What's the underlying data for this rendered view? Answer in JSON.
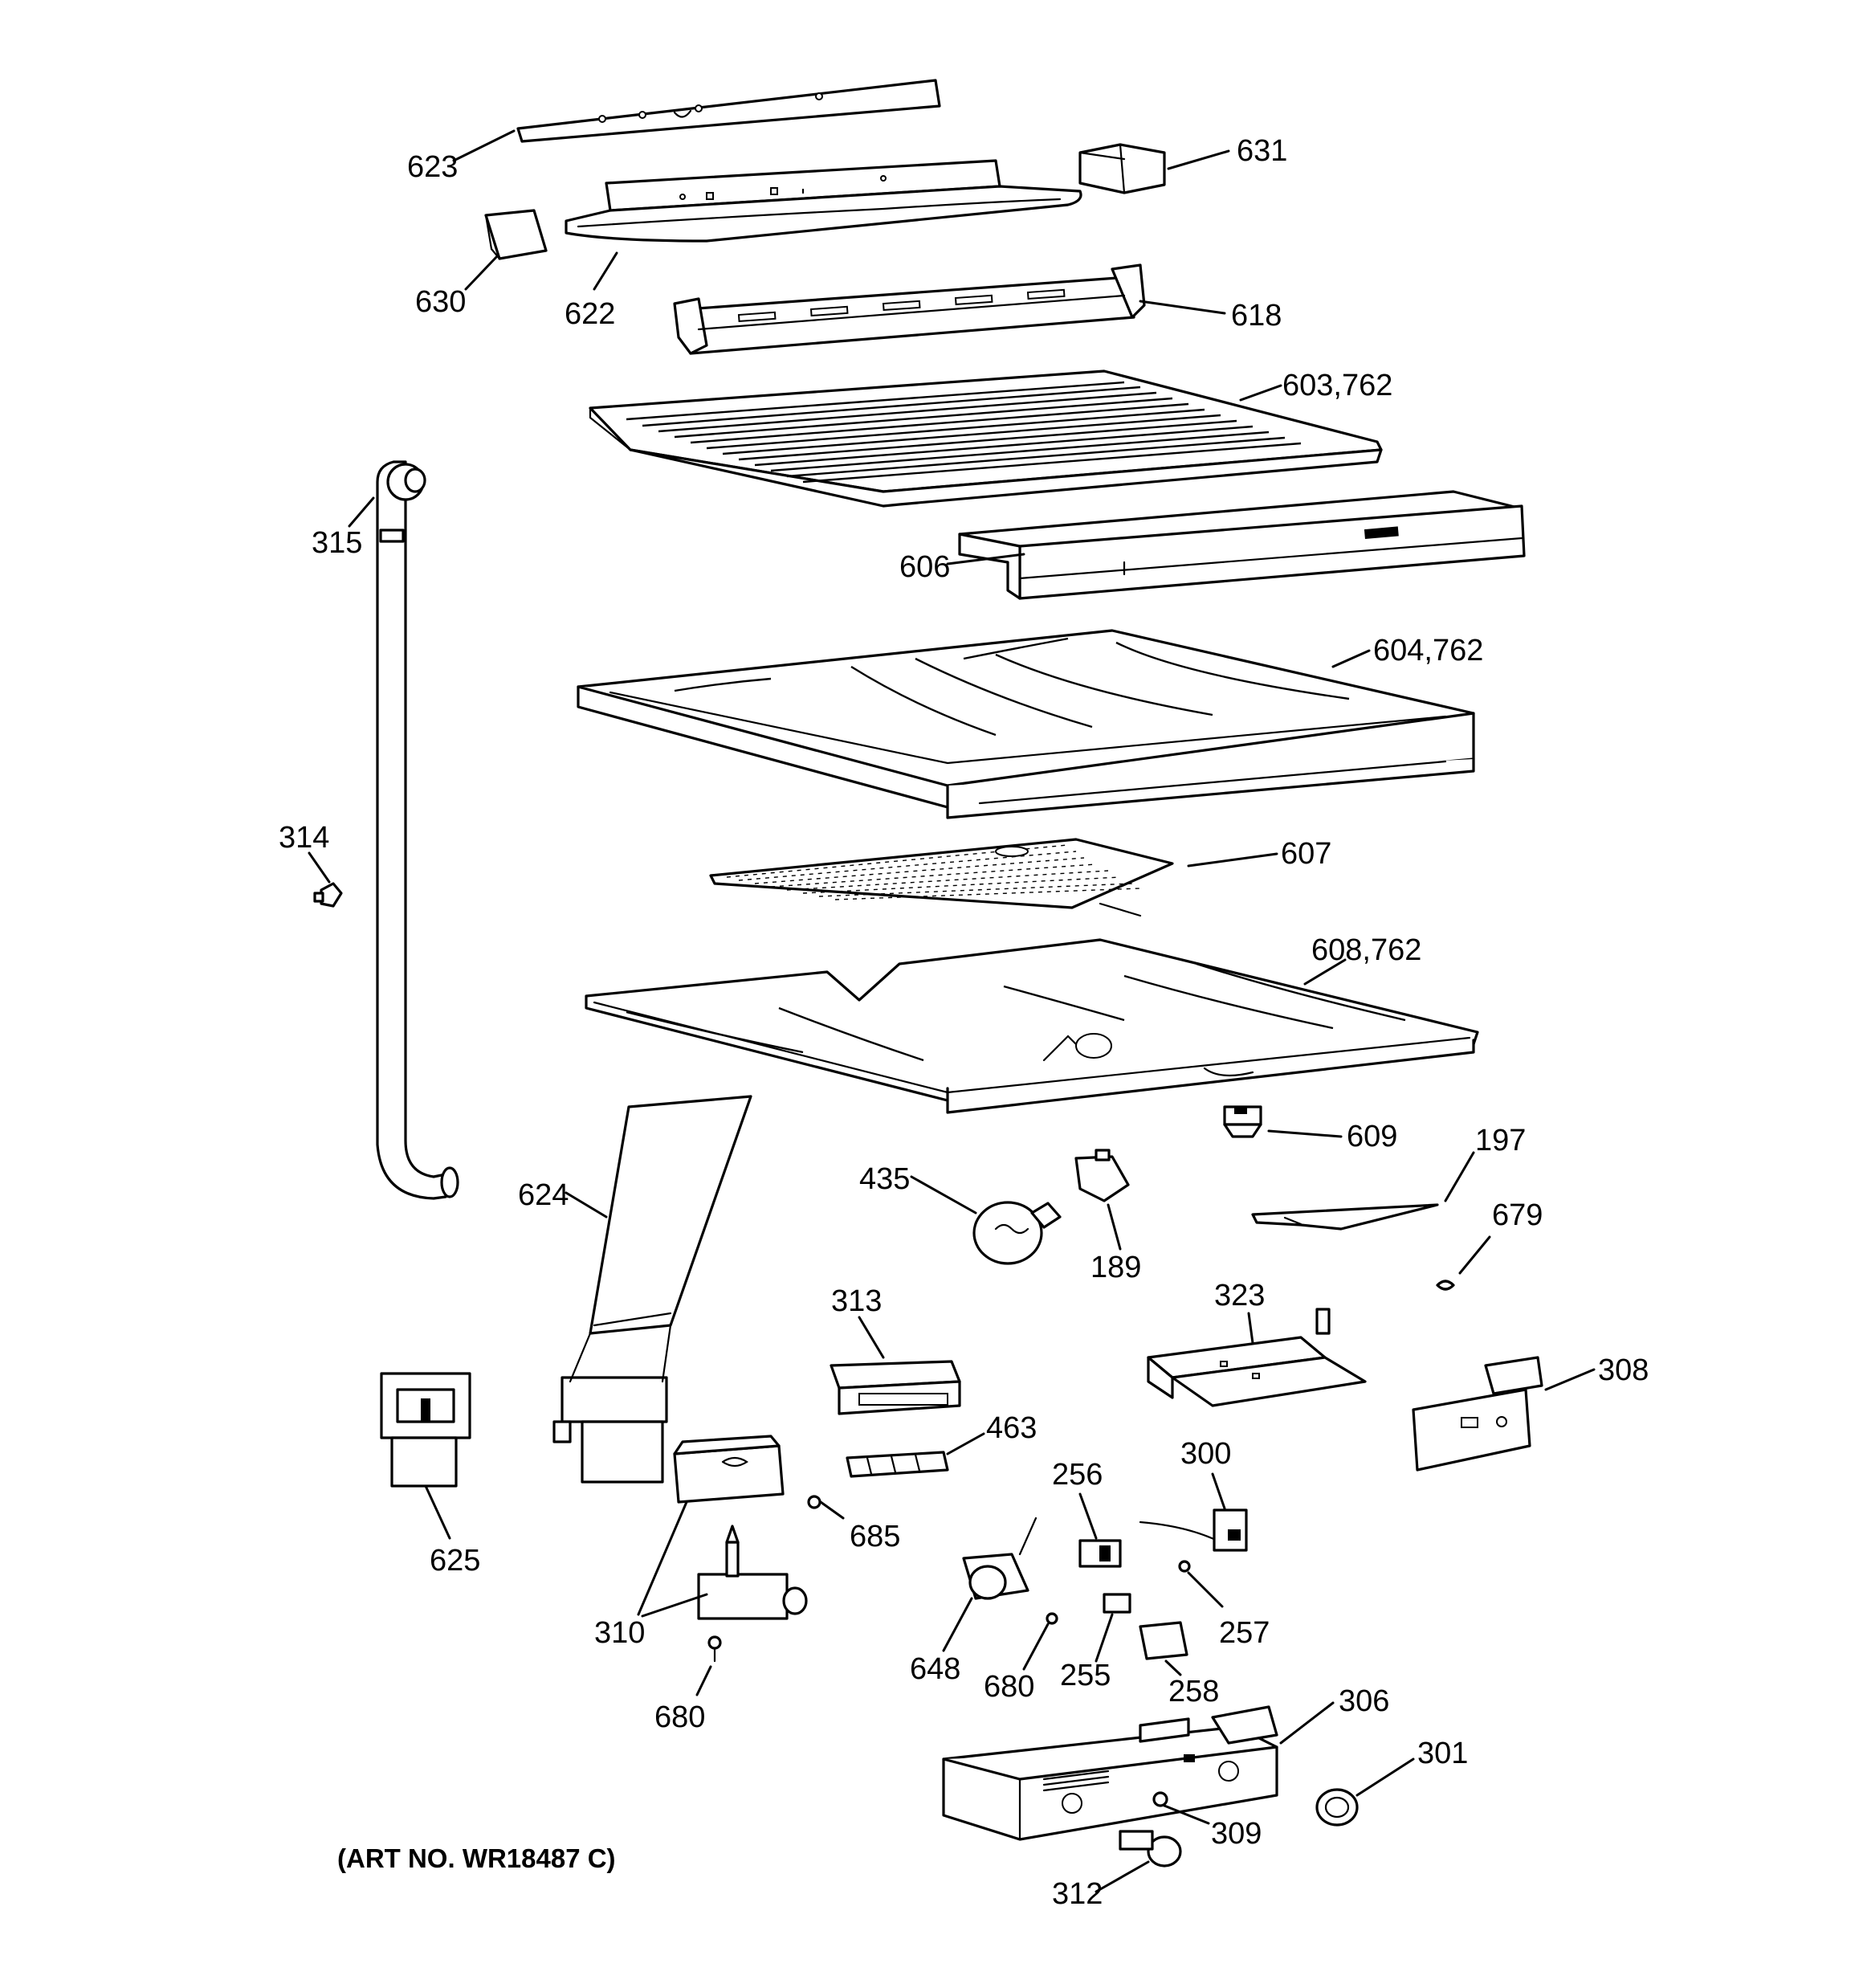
{
  "art_number": "(ART NO. WR18487 C)",
  "parts": [
    {
      "id": "p623",
      "label": "623"
    },
    {
      "id": "p631",
      "label": "631"
    },
    {
      "id": "p630",
      "label": "630"
    },
    {
      "id": "p622",
      "label": "622"
    },
    {
      "id": "p618",
      "label": "618"
    },
    {
      "id": "p603",
      "label": "603,762"
    },
    {
      "id": "p315",
      "label": "315"
    },
    {
      "id": "p606",
      "label": "606"
    },
    {
      "id": "p604",
      "label": "604,762"
    },
    {
      "id": "p314",
      "label": "314"
    },
    {
      "id": "p607",
      "label": "607"
    },
    {
      "id": "p608",
      "label": "608,762"
    },
    {
      "id": "p609",
      "label": "609"
    },
    {
      "id": "p197",
      "label": "197"
    },
    {
      "id": "p435",
      "label": "435"
    },
    {
      "id": "p624",
      "label": "624"
    },
    {
      "id": "p189",
      "label": "189"
    },
    {
      "id": "p679",
      "label": "679"
    },
    {
      "id": "p323",
      "label": "323"
    },
    {
      "id": "p313",
      "label": "313"
    },
    {
      "id": "p308",
      "label": "308"
    },
    {
      "id": "p463",
      "label": "463"
    },
    {
      "id": "p300",
      "label": "300"
    },
    {
      "id": "p256",
      "label": "256"
    },
    {
      "id": "p625",
      "label": "625"
    },
    {
      "id": "p685",
      "label": "685"
    },
    {
      "id": "p310",
      "label": "310"
    },
    {
      "id": "p257",
      "label": "257"
    },
    {
      "id": "p648",
      "label": "648"
    },
    {
      "id": "p680a",
      "label": "680"
    },
    {
      "id": "p255",
      "label": "255"
    },
    {
      "id": "p258",
      "label": "258"
    },
    {
      "id": "p680b",
      "label": "680"
    },
    {
      "id": "p306",
      "label": "306"
    },
    {
      "id": "p301",
      "label": "301"
    },
    {
      "id": "p309",
      "label": "309"
    },
    {
      "id": "p312",
      "label": "312"
    }
  ]
}
